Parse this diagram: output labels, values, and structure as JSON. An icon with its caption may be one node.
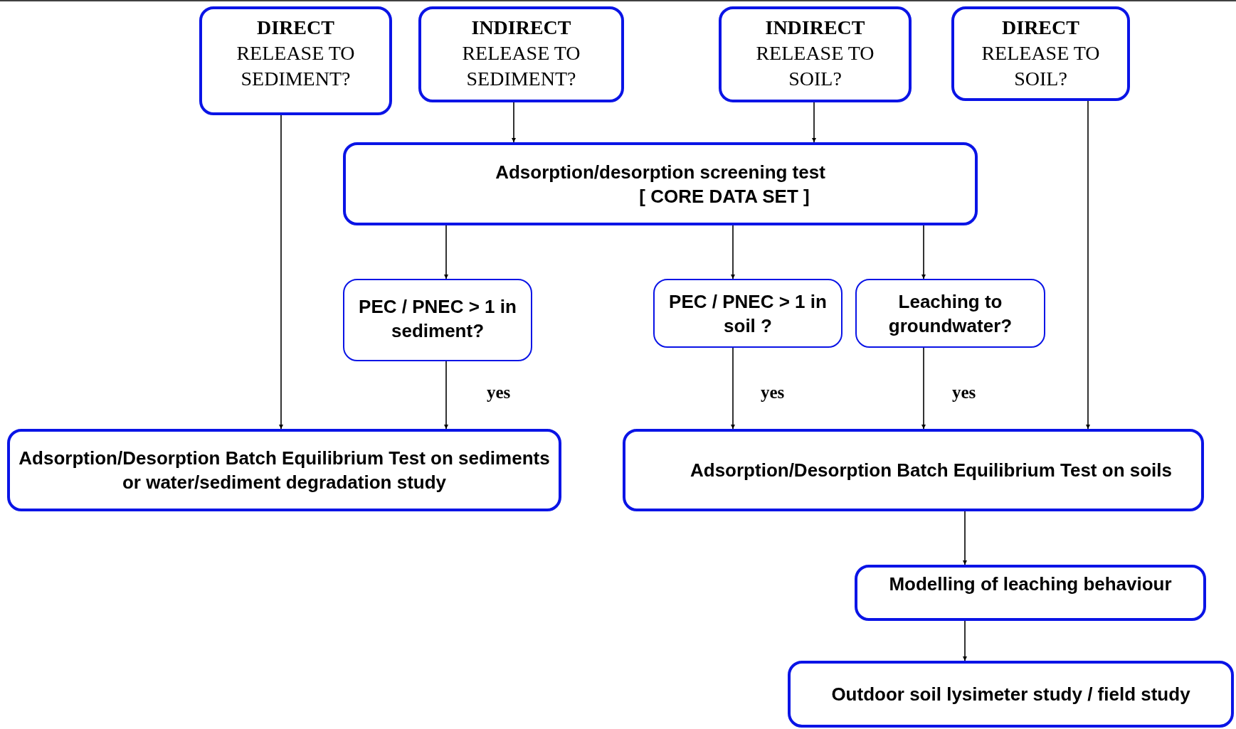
{
  "diagram": {
    "nodes": [
      {
        "text": [
          "DIRECT",
          "RELEASE TO SEDIMENT?"
        ]
      },
      {
        "text": [
          "INDIRECT",
          "RELEASE TO SEDIMENT?"
        ]
      },
      {
        "text": [
          "INDIRECT",
          "RELEASE TO SOIL?"
        ]
      },
      {
        "text": [
          "DIRECT",
          "RELEASE TO SOIL?"
        ]
      },
      {
        "text": [
          "Adsorption/desorption screening test",
          "[ CORE DATA SET ]"
        ]
      },
      {
        "text": [
          "PEC / PNEC  > 1 in sediment?"
        ]
      },
      {
        "text": [
          "PEC / PNEC  > 1 in soil ?"
        ]
      },
      {
        "text": [
          "Leaching to groundwater?"
        ]
      },
      {
        "text": [
          "Adsorption/Desorption Batch Equilibrium Test on sediments or water/sediment degradation study"
        ]
      },
      {
        "text": [
          "Adsorption/Desorption Batch Equilibrium Test on soils"
        ]
      },
      {
        "text": [
          "Modelling of leaching behaviour"
        ]
      },
      {
        "text": [
          "Outdoor soil lysimeter study / field study"
        ]
      }
    ],
    "edges": [
      {
        "from": 0,
        "to": 8,
        "arrow": "to"
      },
      {
        "from": 1,
        "to": 4,
        "arrow": "to"
      },
      {
        "from": 2,
        "to": 4,
        "arrow": "to"
      },
      {
        "from": 3,
        "to": 9,
        "arrow": "to"
      },
      {
        "from": 4,
        "to": 5,
        "arrow": "to"
      },
      {
        "from": 4,
        "to": 6,
        "arrow": "to"
      },
      {
        "from": 4,
        "to": 7,
        "arrow": "to"
      },
      {
        "from": 5,
        "to": 8,
        "arrow": "to",
        "label": "yes"
      },
      {
        "from": 6,
        "to": 9,
        "arrow": "to",
        "label": "yes"
      },
      {
        "from": 7,
        "to": 9,
        "arrow": "to",
        "label": "yes"
      },
      {
        "from": 9,
        "to": 10,
        "arrow": "to"
      },
      {
        "from": 10,
        "to": 11,
        "arrow": "to"
      }
    ]
  }
}
